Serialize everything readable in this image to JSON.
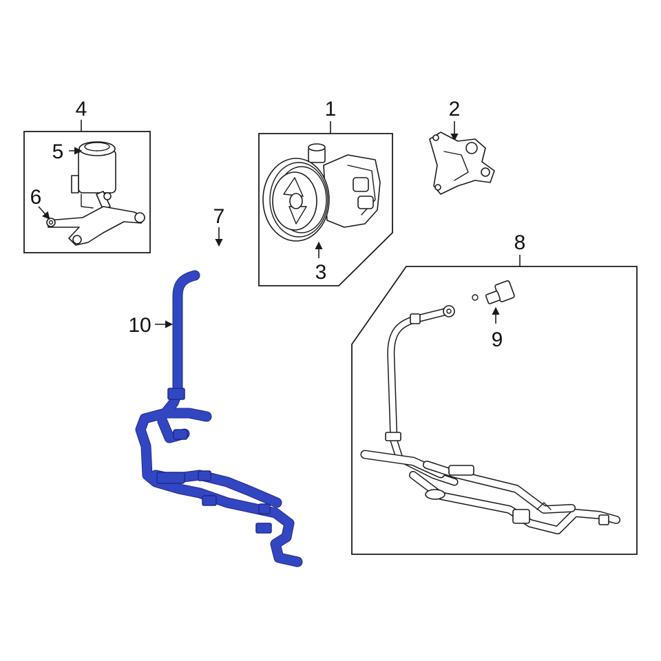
{
  "callouts": {
    "c1": "1",
    "c2": "2",
    "c3": "3",
    "c4": "4",
    "c5": "5",
    "c6": "6",
    "c7": "7",
    "c8": "8",
    "c9": "9",
    "c10": "10"
  },
  "colors": {
    "highlight": "#3346c2",
    "highlight_stroke": "#1d2a8c",
    "line": "#1a1a1a"
  }
}
